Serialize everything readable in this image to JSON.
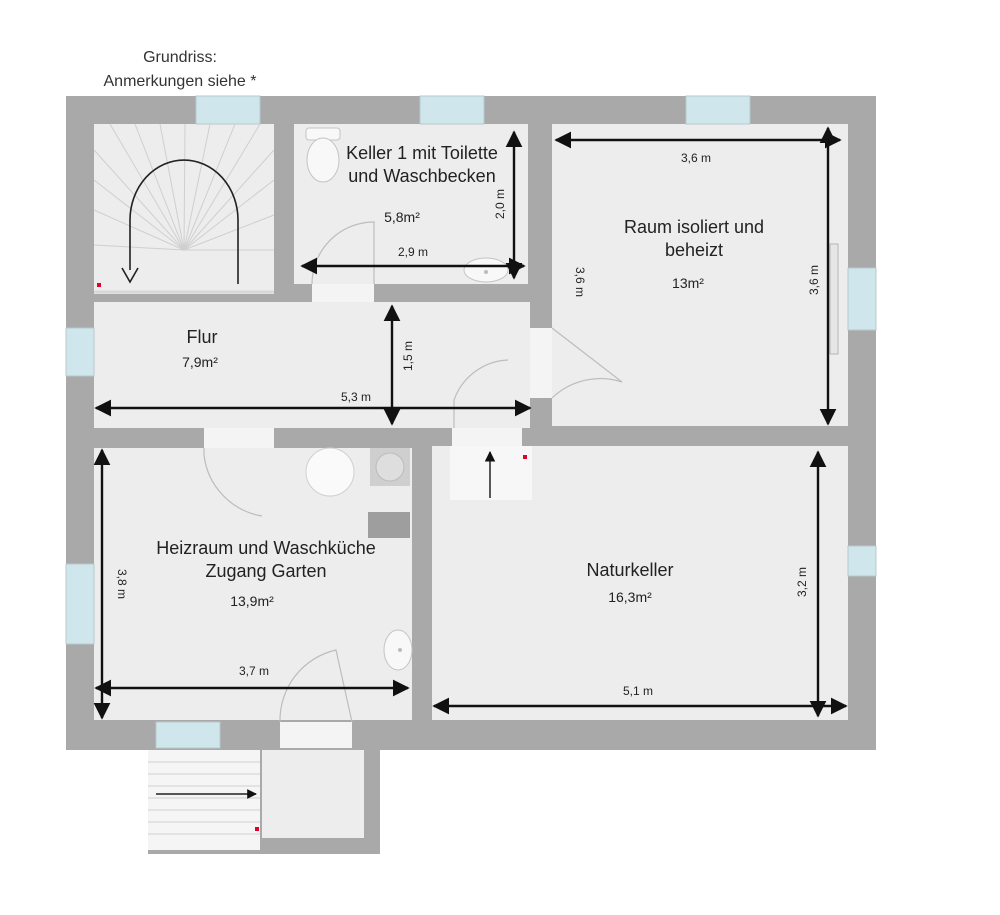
{
  "header": {
    "title": "Grundriss:",
    "subtitle": "Anmerkungen siehe *"
  },
  "rooms": {
    "keller1": {
      "name_line1": "Keller 1 mit Toilette",
      "name_line2": "und Waschbecken",
      "area": "5,8m²",
      "width": "2,9 m",
      "height": "2,0 m"
    },
    "raum": {
      "name_line1": "Raum isoliert und",
      "name_line2": "beheizt",
      "area": "13m²",
      "width": "3,6 m",
      "height_left": "3,6 m",
      "height_right": "3,6 m"
    },
    "flur": {
      "name": "Flur",
      "area": "7,9m²",
      "width": "5,3 m",
      "height": "1,5 m"
    },
    "heizraum": {
      "name_line1": "Heizraum und Waschküche",
      "name_line2": "Zugang Garten",
      "area": "13,9m²",
      "width": "3,7 m",
      "height": "3,8 m"
    },
    "naturkeller": {
      "name": "Naturkeller",
      "area": "16,3m²",
      "width": "5,1 m",
      "height": "3,2 m"
    }
  },
  "colors": {
    "wall": "#a9a9a9",
    "floor": "#ededed",
    "window": "#cfe6ec",
    "dimension": "#111111",
    "marker": "#e0002a"
  },
  "icons": [
    "spiral-staircase-icon",
    "toilet-icon",
    "sink-icon",
    "washing-machine-icon",
    "boiler-icon",
    "outdoor-stairs-icon"
  ]
}
